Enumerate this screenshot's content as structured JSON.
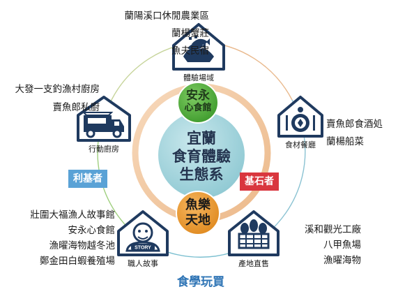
{
  "center": {
    "line1": "宜蘭",
    "line2": "食育體驗",
    "line3": "生態系"
  },
  "top_bubble": {
    "line1": "安永",
    "line2": "心食館"
  },
  "bottom_bubble": {
    "line1": "魚樂",
    "line2": "天地"
  },
  "badges": {
    "left": {
      "label": "利基者",
      "color": "#5aa2d6"
    },
    "right": {
      "label": "基石者",
      "color": "#d9363e"
    }
  },
  "bottom_title": "食學玩買",
  "nodes": {
    "experience": {
      "caption": "體驗場域",
      "icon": "fish-hands-icon",
      "items": [
        "蘭陽溪口休閒農業區",
        "蘭楊蟹莊",
        "魚夫民宿"
      ]
    },
    "restaurant": {
      "caption": "食材餐廳",
      "icon": "dinner-plate-icon",
      "items": [
        "賣魚郎食酒処",
        "蘭楊船菜"
      ]
    },
    "producer": {
      "caption": "產地直售",
      "icon": "vegetable-basket-icon",
      "items": [
        "溪和觀光工廠",
        "八甲魚場",
        "漁曜海物"
      ]
    },
    "story": {
      "caption": "職人故事",
      "icon": "story-person-icon",
      "items": [
        "壯圍大福漁人故事館",
        "安永心食館",
        "漁曜海物越冬池",
        "鄭金田白蝦養殖場"
      ]
    },
    "kitchen": {
      "caption": "行動廚房",
      "icon": "food-truck-icon",
      "items": [
        "大發一支釣漁村廚房",
        "賣魚郎私廚"
      ]
    }
  },
  "colors": {
    "navy": "#1f3a5f",
    "ring": "#f2c9a2",
    "center_fill": "#a9d7df",
    "top_bubble": "#4fa83a",
    "bottom_bubble": "#e8962f"
  }
}
